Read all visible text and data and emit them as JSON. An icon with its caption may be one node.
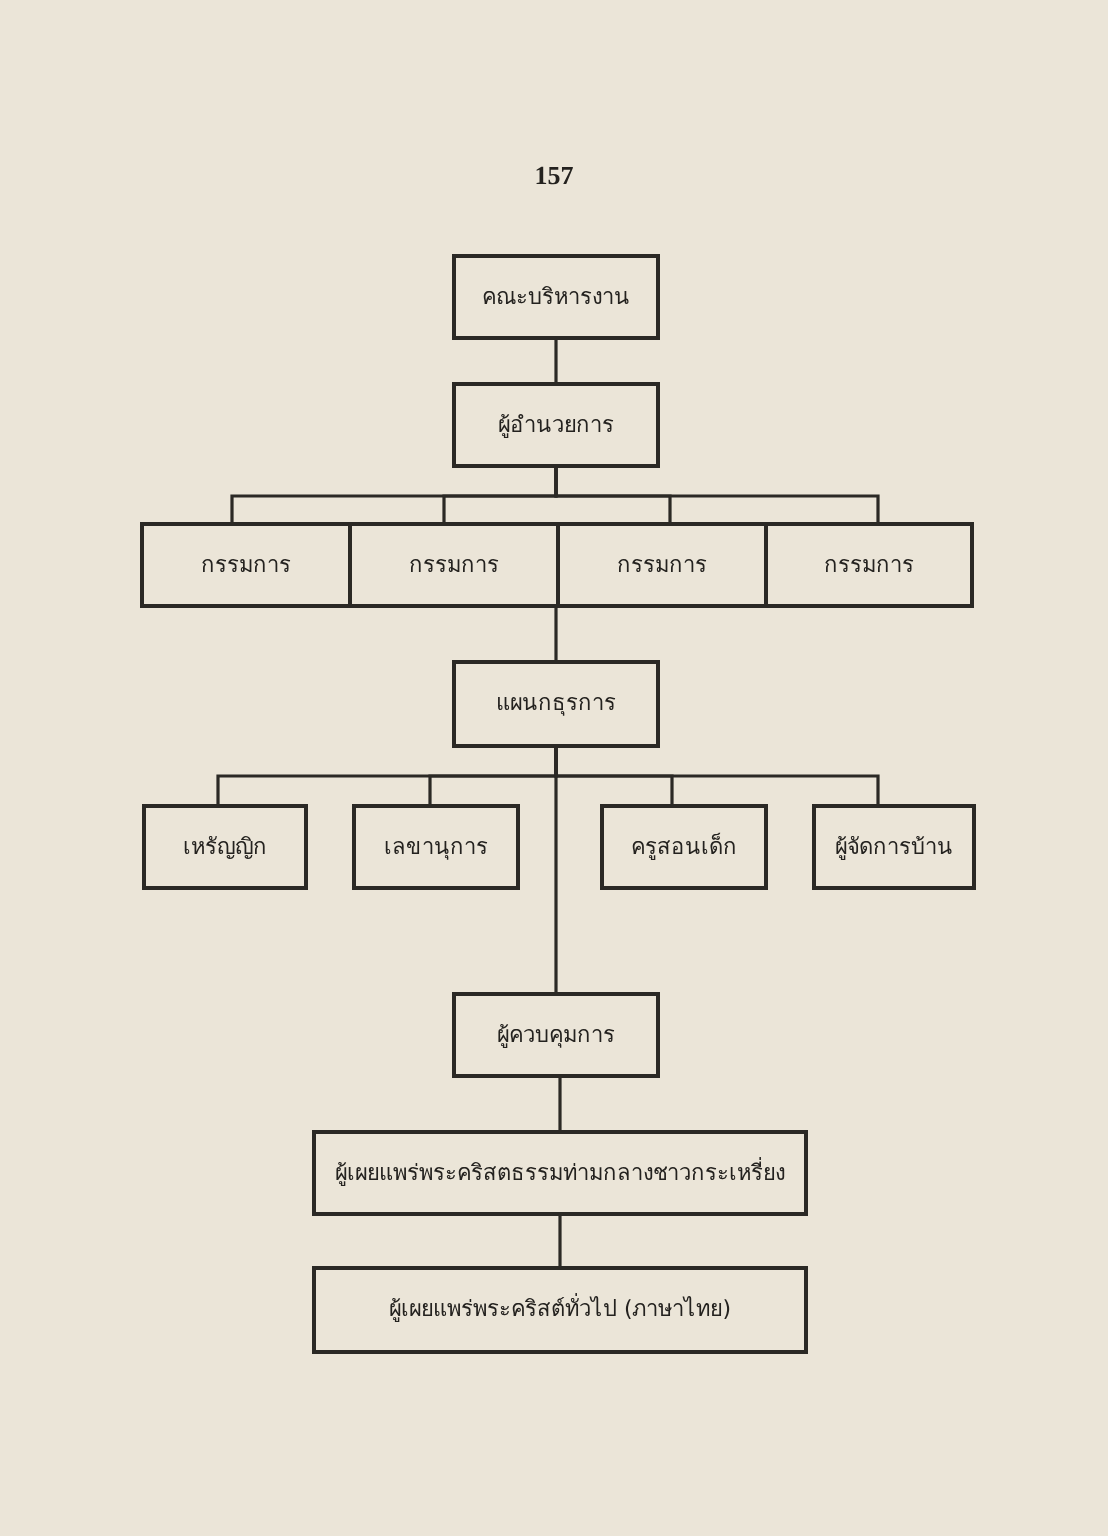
{
  "diagram": {
    "nodes": [
      {
        "text": [
          "คณะบริหารงาน"
        ]
      },
      {
        "text": [
          "ผู้อำนวยการ"
        ]
      },
      {
        "text": [
          "กรรมการ"
        ]
      },
      {
        "text": [
          "กรรมการ"
        ]
      },
      {
        "text": [
          "กรรมการ"
        ]
      },
      {
        "text": [
          "กรรมการ"
        ]
      },
      {
        "text": [
          "แผนกธุรการ"
        ]
      },
      {
        "text": [
          "เหรัญญิก"
        ]
      },
      {
        "text": [
          "เลขานุการ"
        ]
      },
      {
        "text": [
          "ครูสอนเด็ก"
        ]
      },
      {
        "text": [
          "ผู้จัดการบ้าน"
        ]
      },
      {
        "text": [
          "ผู้ควบคุมการ"
        ]
      },
      {
        "text": [
          "ผู้เผยแพร่พระคริสตธรรมท่ามกลางชาวกระเหรี่ยง"
        ]
      },
      {
        "text": [
          "ผู้เผยแพร่พระคริสต์ทั่วไป (ภาษาไทย)"
        ]
      }
    ],
    "edges": [
      {
        "from": 0,
        "to": 1,
        "arrow": "none"
      },
      {
        "from": 1,
        "to": 2,
        "arrow": "none"
      },
      {
        "from": 1,
        "to": 3,
        "arrow": "none"
      },
      {
        "from": 1,
        "to": 4,
        "arrow": "none"
      },
      {
        "from": 1,
        "to": 5,
        "arrow": "none"
      },
      {
        "from": 3,
        "to": 6,
        "arrow": "none"
      },
      {
        "from": 6,
        "to": 7,
        "arrow": "none"
      },
      {
        "from": 6,
        "to": 8,
        "arrow": "none"
      },
      {
        "from": 6,
        "to": 9,
        "arrow": "none"
      },
      {
        "from": 6,
        "to": 10,
        "arrow": "none"
      },
      {
        "from": 6,
        "to": 11,
        "arrow": "none"
      },
      {
        "from": 11,
        "to": 12,
        "arrow": "none"
      },
      {
        "from": 12,
        "to": 13,
        "arrow": "none"
      }
    ],
    "labels": [
      "157"
    ]
  }
}
